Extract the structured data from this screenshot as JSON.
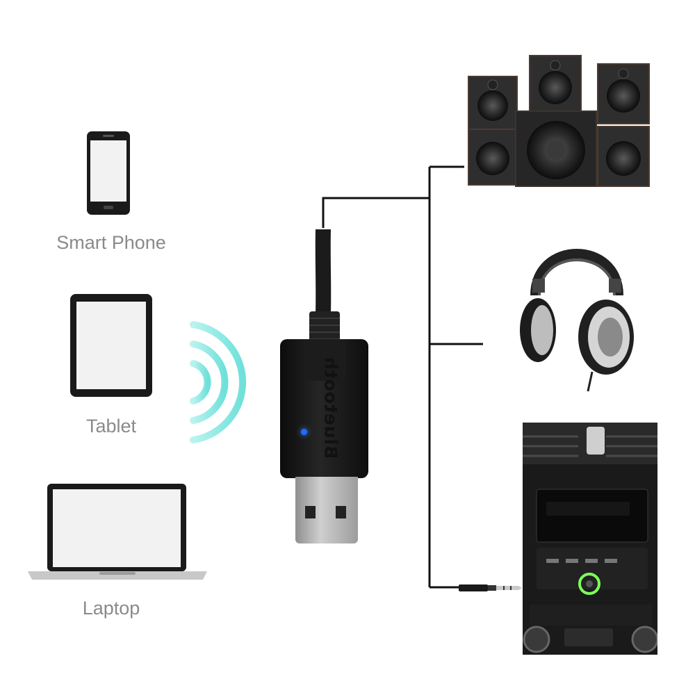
{
  "devices": {
    "phone_label": "Smart Phone",
    "tablet_label": "Tablet",
    "laptop_label": "Laptop"
  },
  "adapter": {
    "brand_text": "Bluetooth",
    "led_color": "#1e6bff"
  },
  "signal": {
    "icon": "wifi-waves-icon",
    "color": "#7fe6e0"
  },
  "outputs": {
    "speakers_icon": "speaker-system-icon",
    "headphones_icon": "headphones-icon",
    "car_icon": "car-stereo-icon"
  }
}
